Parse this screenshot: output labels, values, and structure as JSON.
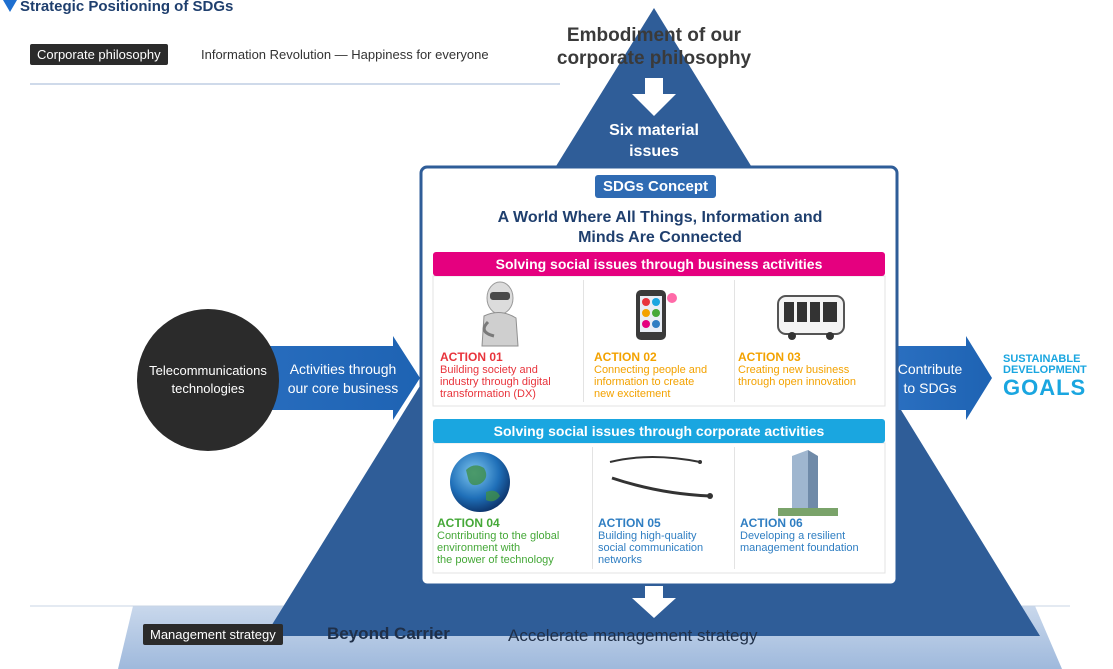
{
  "header": {
    "title": "Strategic Positioning of SDGs"
  },
  "philosophy": {
    "tag": "Corporate philosophy",
    "text": "Information Revolution — Happiness for everyone"
  },
  "pyramid": {
    "top_l1": "Embodiment of our",
    "top_l2": "corporate philosophy",
    "material_l1": "Six material",
    "material_l2": "issues"
  },
  "concept": {
    "badge": "SDGs Concept",
    "title_l1": "A World Where All Things, Information and",
    "title_l2": "Minds Are Connected"
  },
  "business": {
    "title": "Solving social issues through business activities",
    "actions": [
      {
        "label": "ACTION 01",
        "l1": "Building society and",
        "l2": "industry through digital",
        "l3": "transformation (DX)"
      },
      {
        "label": "ACTION 02",
        "l1": "Connecting people and",
        "l2": "information to create",
        "l3": "new excitement"
      },
      {
        "label": "ACTION 03",
        "l1": "Creating new business",
        "l2": "through open innovation",
        "l3": ""
      }
    ]
  },
  "corporate": {
    "title": "Solving social issues through corporate activities",
    "actions": [
      {
        "label": "ACTION 04",
        "l1": "Contributing to the global",
        "l2": "environment with",
        "l3": "the power of technology"
      },
      {
        "label": "ACTION 05",
        "l1": "Building high-quality",
        "l2": "social communication",
        "l3": "networks"
      },
      {
        "label": "ACTION 06",
        "l1": "Developing a resilient",
        "l2": "management foundation",
        "l3": ""
      }
    ]
  },
  "left": {
    "circle_l1": "Telecommunications",
    "circle_l2": "technologies",
    "arrow_l1": "Activities through",
    "arrow_l2": "our core business"
  },
  "right": {
    "arrow_l1": "Contribute",
    "arrow_l2": "to SDGs",
    "sdg_l1": "SUSTAINABLE",
    "sdg_l2": "DEVELOPMENT",
    "sdg_l3": "GOALS"
  },
  "footer": {
    "tag": "Management strategy",
    "strategy": "Beyond Carrier",
    "accelerate": "Accelerate management strategy"
  },
  "colors": {
    "navy": "#2f5d98",
    "magenta": "#e5007f",
    "cyan": "#1aa6e0",
    "red": "#e8343c",
    "orange": "#f3a200",
    "green": "#45a838",
    "blue": "#2f7ec2"
  }
}
